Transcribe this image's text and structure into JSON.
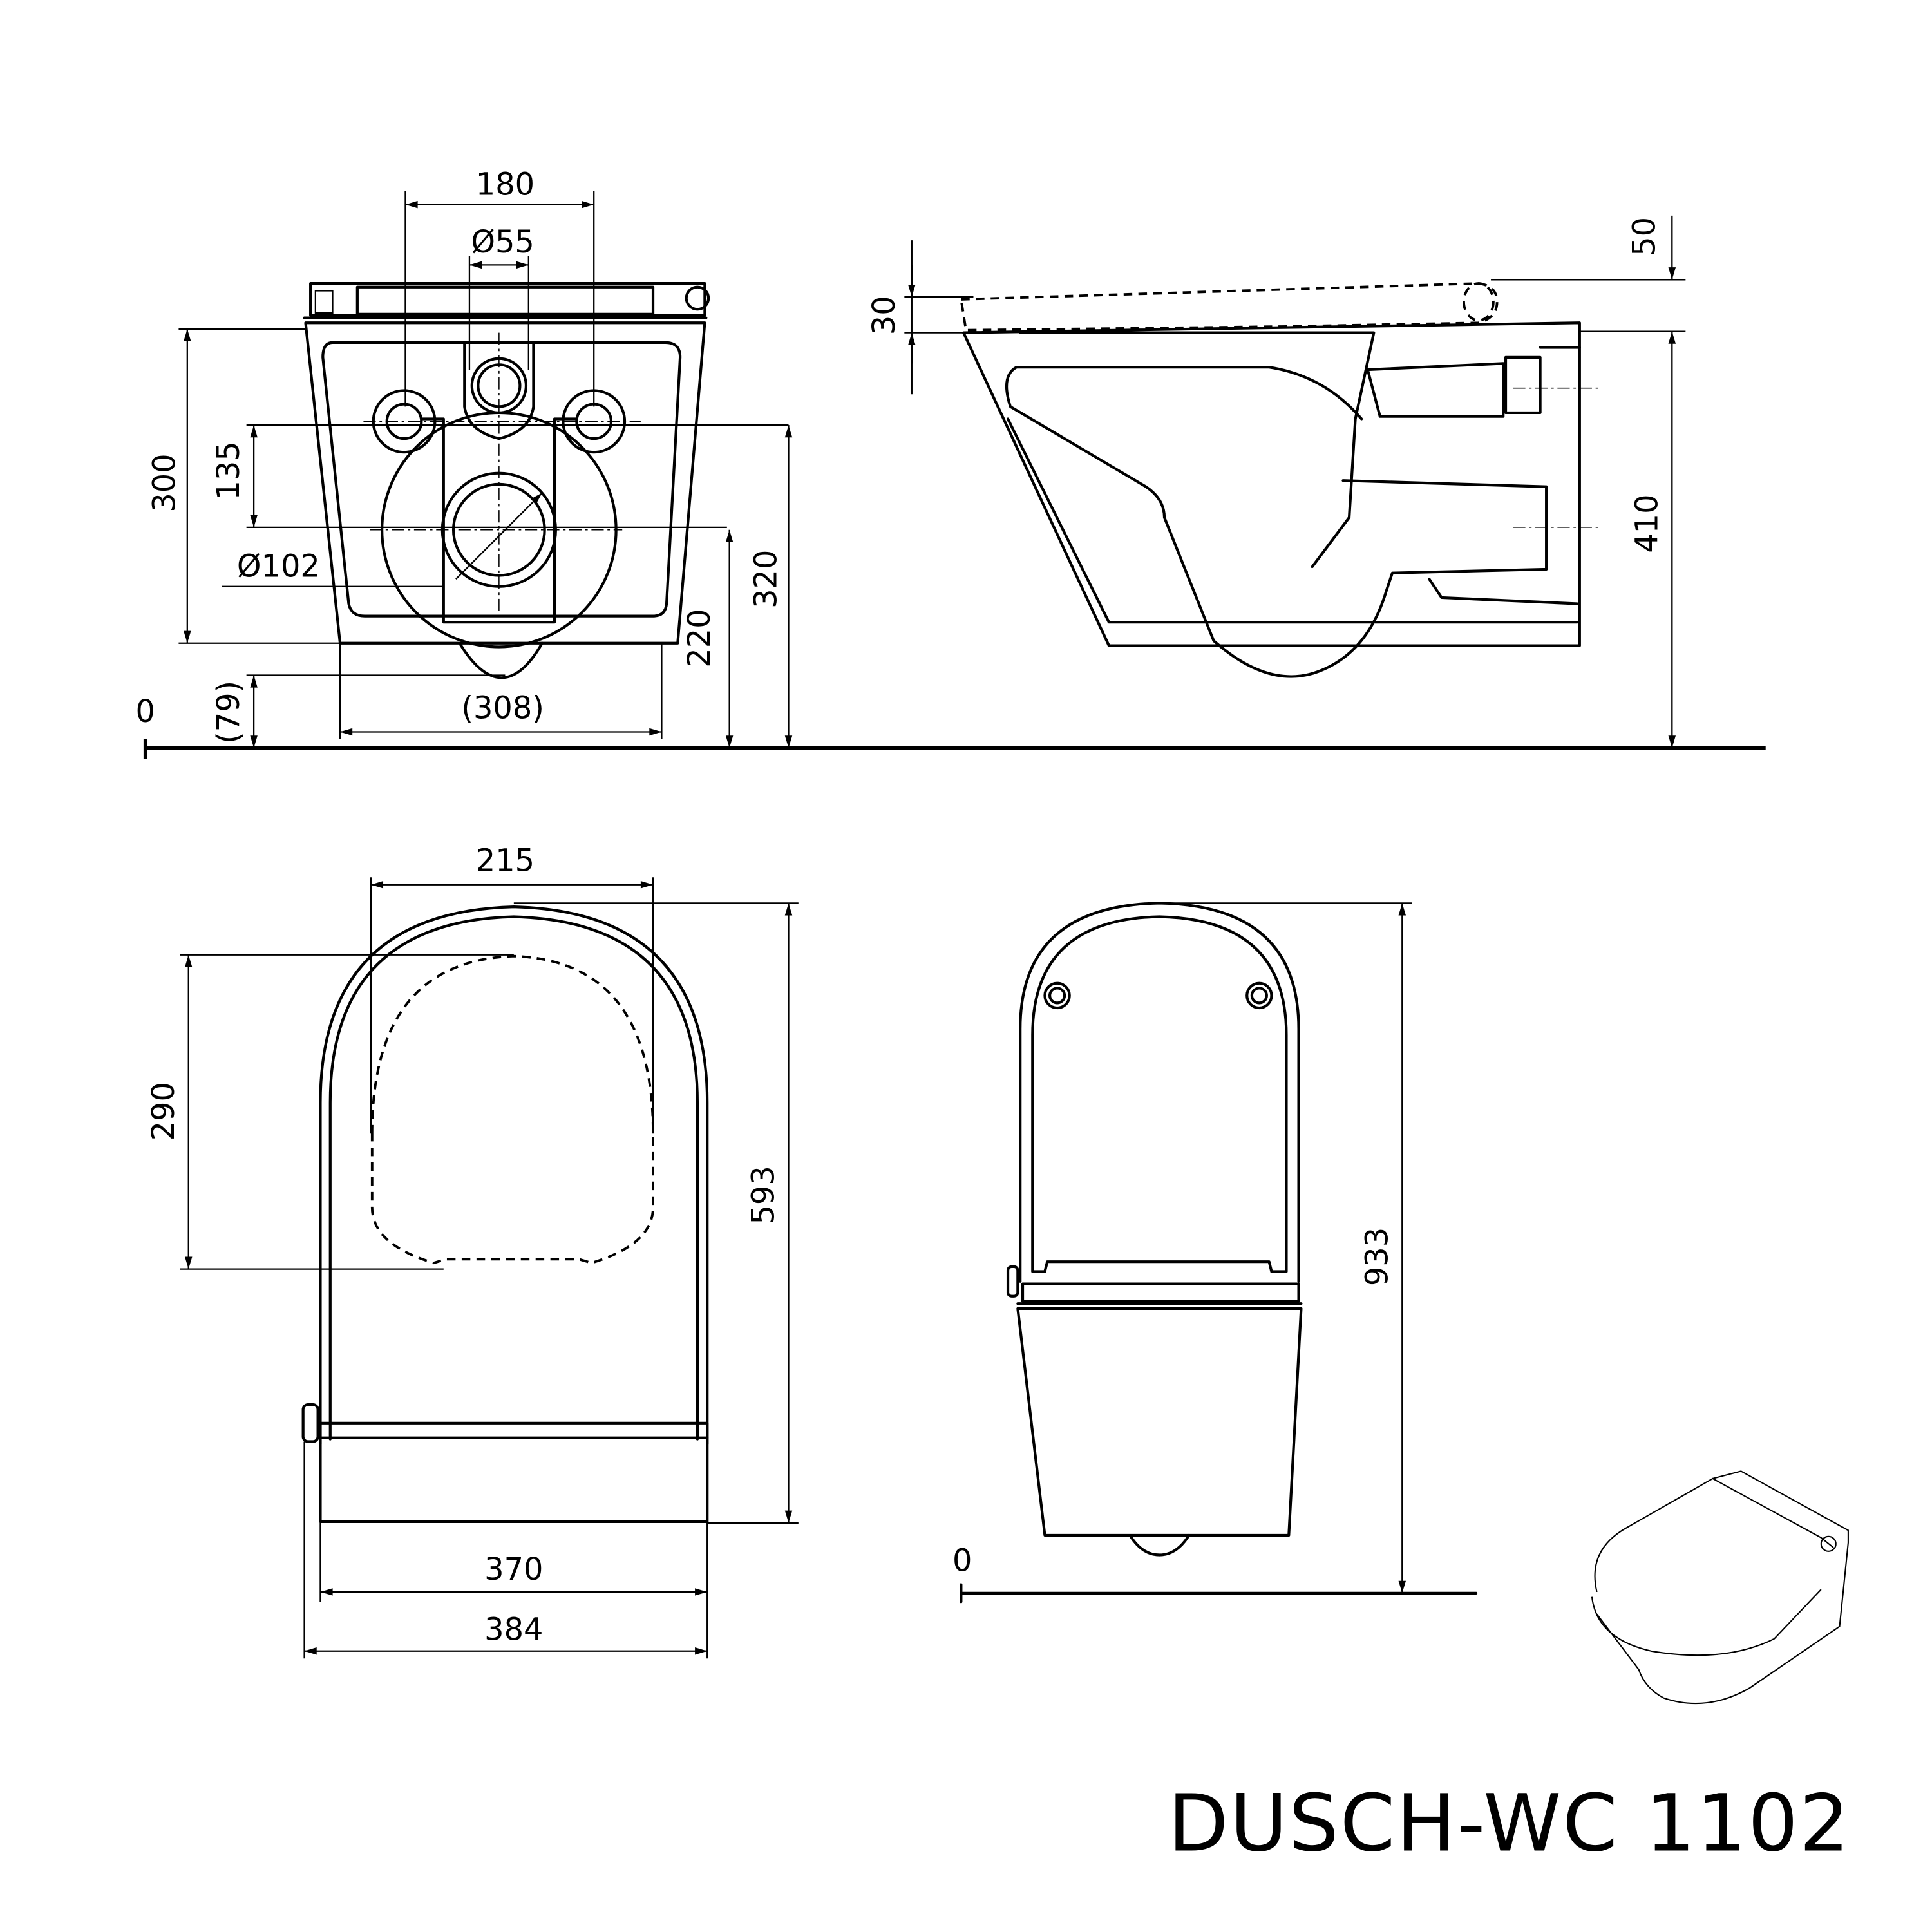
{
  "title": "DUSCH-WC 1102",
  "colors": {
    "line": "#000000",
    "background": "#ffffff"
  },
  "views": {
    "front": {
      "dimensions": {
        "inlet_spacing": "180",
        "drain_diameter": "Ø55",
        "total_height": "300",
        "inlet_offset": "135",
        "outlet_diameter": "Ø102",
        "outlet_height": "220",
        "inlet_height": "320",
        "bottom_clearance": "(79)",
        "width": "(308)",
        "floor_zero": "0"
      }
    },
    "side": {
      "dimensions": {
        "seat_height": "30",
        "lid_height": "50",
        "rim_height": "410"
      }
    },
    "top": {
      "dimensions": {
        "inner_width": "215",
        "inner_length": "290",
        "total_length": "593",
        "bowl_width": "370",
        "total_width": "384"
      }
    },
    "open_lid": {
      "dimensions": {
        "open_height": "933",
        "floor_zero": "0"
      }
    },
    "isometric": {
      "label": ""
    }
  }
}
